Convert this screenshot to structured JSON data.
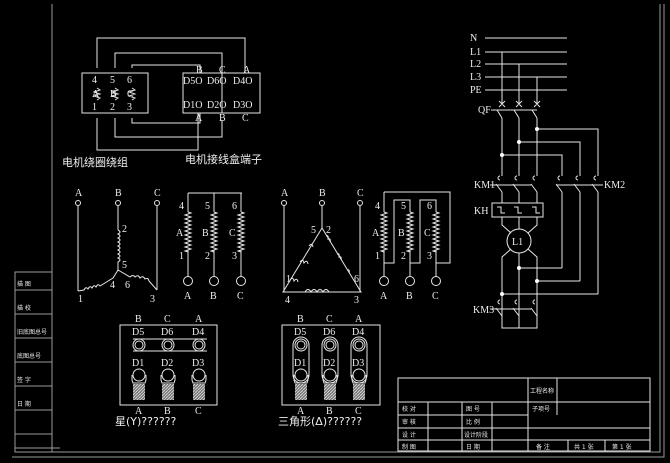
{
  "colors": {
    "background": "#000000",
    "lines": "#e6e6e6"
  },
  "wiring_diagram": {
    "winding_caption": "电机绕圈绕组",
    "terminal_caption": "电机接线盒端子",
    "winding_numbers_top": [
      "4",
      "5",
      "6"
    ],
    "winding_letters": [
      "A",
      "B",
      "C"
    ],
    "winding_numbers_bottom": [
      "1",
      "2",
      "3"
    ],
    "terminal_top_letters": [
      "B",
      "C",
      "A"
    ],
    "terminal_top_row": [
      "D5O",
      "D6O",
      "D4O"
    ],
    "terminal_bottom_row": [
      "D1O",
      "D2O",
      "D3O"
    ],
    "terminal_bottom_letters": [
      "A",
      "B",
      "C"
    ]
  },
  "star_schematic": {
    "phases": [
      "A",
      "B",
      "C"
    ],
    "nodes": [
      "1",
      "2",
      "3",
      "4",
      "5",
      "6"
    ]
  },
  "star_coils": {
    "top": [
      "4",
      "5",
      "6"
    ],
    "mid": [
      "A",
      "B",
      "C"
    ],
    "bottom": [
      "1",
      "2",
      "3"
    ],
    "terminals": [
      "A",
      "B",
      "C"
    ]
  },
  "delta_schematic": {
    "phases": [
      "A",
      "B",
      "C"
    ],
    "nodes": [
      "5",
      "2",
      "1",
      "6",
      "4",
      "3"
    ]
  },
  "delta_coils": {
    "top": [
      "4",
      "5",
      "6"
    ],
    "mid": [
      "A",
      "B",
      "C"
    ],
    "bottom": [
      "1",
      "2",
      "3"
    ],
    "terminals": [
      "A",
      "B",
      "C"
    ]
  },
  "star_box": {
    "top": [
      "B",
      "C",
      "A"
    ],
    "upper": [
      "D5",
      "D6",
      "D4"
    ],
    "lower": [
      "D1",
      "D2",
      "D3"
    ],
    "bottom": [
      "A",
      "B",
      "C"
    ],
    "caption": "星(Y)??????"
  },
  "delta_box": {
    "top": [
      "B",
      "C",
      "A"
    ],
    "upper": [
      "D5",
      "D6",
      "D4"
    ],
    "lower": [
      "D1",
      "D2",
      "D3"
    ],
    "bottom": [
      "A",
      "B",
      "C"
    ],
    "caption": "三角形(Δ)??????"
  },
  "power_circuit": {
    "buses": [
      "N",
      "L1",
      "L2",
      "L3",
      "PE"
    ],
    "breaker": "QF",
    "contactor1": "KM1",
    "contactor2": "KM2",
    "contactor3": "KM3",
    "relay": "KH",
    "motor": "L1"
  },
  "left_strip": [
    "描 图",
    "描 校",
    "旧底图总号",
    "底图总号",
    "签 字",
    "日 期"
  ],
  "title_block": {
    "project_name": "工程名称",
    "sub_item": "子项号",
    "col1": [
      "校 对",
      "审 核",
      "设 计",
      "制 图"
    ],
    "col2": [
      "图 号",
      "比 例",
      "设计阶段",
      "日 期"
    ],
    "remark": "备 注",
    "total_sheets": "共 1 张",
    "sheet_no": "第 1 张"
  }
}
